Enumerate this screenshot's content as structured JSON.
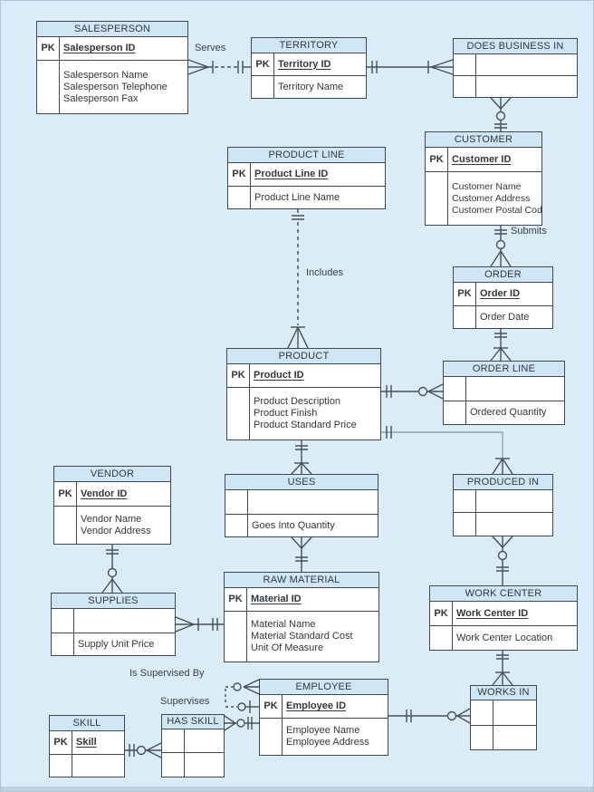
{
  "diagram": {
    "colors": {
      "background": "#d9ecf8",
      "entity_header": "#cfe6f5",
      "entity_body": "#ffffff",
      "line": "#4a5054",
      "text": "#33383c"
    },
    "labels": {
      "serves": "Serves",
      "includes": "Includes",
      "submits": "Submits",
      "is_supervised_by": "Is Supervised By",
      "supervises": "Supervises"
    },
    "entities": {
      "salesperson": {
        "title": "SALESPERSON",
        "pk_label": "PK",
        "pk": "Salesperson ID",
        "attrs": [
          "Salesperson Name",
          "Salesperson Telephone",
          "Salesperson Fax"
        ]
      },
      "territory": {
        "title": "TERRITORY",
        "pk_label": "PK",
        "pk": "Territory ID",
        "attrs": [
          "Territory Name"
        ]
      },
      "does_business_in": {
        "title": "DOES BUSINESS IN",
        "pk_label": "",
        "pk": "",
        "attrs": []
      },
      "customer": {
        "title": "CUSTOMER",
        "pk_label": "PK",
        "pk": "Customer ID",
        "attrs": [
          "Customer Name",
          "Customer Address",
          "Customer Postal Code"
        ]
      },
      "product_line": {
        "title": "PRODUCT LINE",
        "pk_label": "PK",
        "pk": "Product Line ID",
        "attrs": [
          "Product Line Name"
        ]
      },
      "order": {
        "title": "ORDER",
        "pk_label": "PK",
        "pk": "Order ID",
        "attrs": [
          "Order Date"
        ]
      },
      "product": {
        "title": "PRODUCT",
        "pk_label": "PK",
        "pk": "Product ID",
        "attrs": [
          "Product Description",
          "Product Finish",
          "Product Standard Price"
        ]
      },
      "order_line": {
        "title": "ORDER LINE",
        "pk_label": "",
        "pk": "",
        "attrs": [
          "Ordered Quantity"
        ]
      },
      "vendor": {
        "title": "VENDOR",
        "pk_label": "PK",
        "pk": "Vendor ID",
        "attrs": [
          "Vendor Name",
          "Vendor Address"
        ]
      },
      "uses": {
        "title": "USES",
        "pk_label": "",
        "pk": "",
        "attrs": [
          "Goes Into Quantity"
        ]
      },
      "produced_in": {
        "title": "PRODUCED IN",
        "pk_label": "",
        "pk": "",
        "attrs": []
      },
      "supplies": {
        "title": "SUPPLIES",
        "pk_label": "",
        "pk": "",
        "attrs": [
          "Supply Unit Price"
        ]
      },
      "raw_material": {
        "title": "RAW MATERIAL",
        "pk_label": "PK",
        "pk": "Material ID",
        "attrs": [
          "Material Name",
          "Material Standard Cost",
          "Unit Of Measure"
        ]
      },
      "work_center": {
        "title": "WORK CENTER",
        "pk_label": "PK",
        "pk": "Work Center ID",
        "attrs": [
          "Work Center Location"
        ]
      },
      "employee": {
        "title": "EMPLOYEE",
        "pk_label": "PK",
        "pk": "Employee ID",
        "attrs": [
          "Employee Name",
          "Employee Address"
        ]
      },
      "works_in": {
        "title": "WORKS IN",
        "pk_label": "",
        "pk": "",
        "attrs": []
      },
      "skill": {
        "title": "SKILL",
        "pk_label": "PK",
        "pk": "Skill",
        "attrs": []
      },
      "has_skill": {
        "title": "HAS SKILL",
        "pk_label": "",
        "pk": "",
        "attrs": []
      }
    }
  }
}
